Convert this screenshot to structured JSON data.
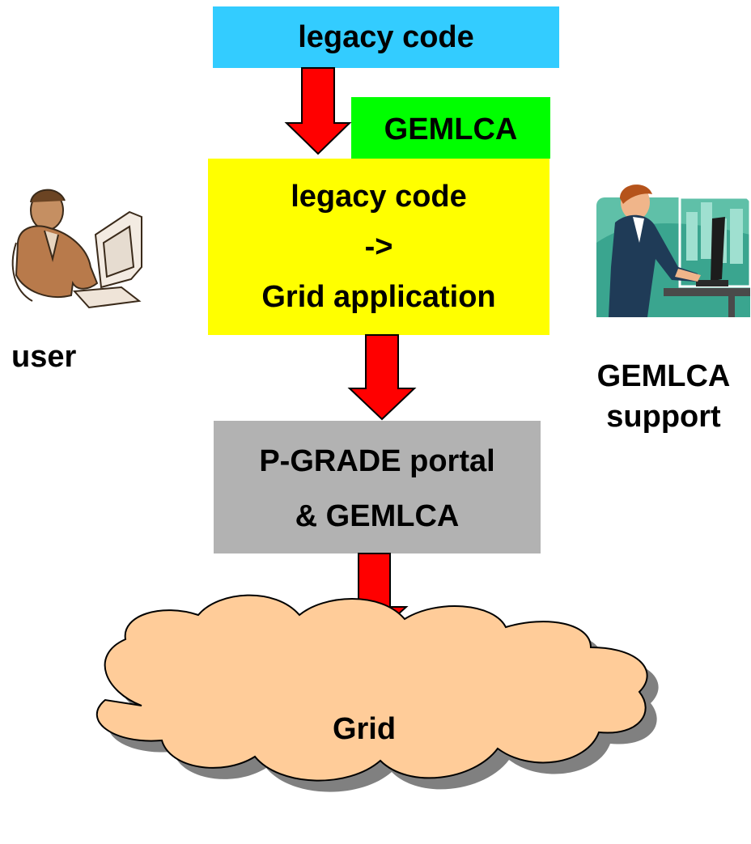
{
  "boxes": {
    "legacy_code": "legacy code",
    "gemlca_tag": "GEMLCA",
    "conversion": {
      "line1": "legacy code",
      "line2": "->",
      "line3": "Grid application"
    },
    "portal": {
      "line1": "P-GRADE portal",
      "line2": "& GEMLCA"
    },
    "grid": "Grid"
  },
  "actors": {
    "user": {
      "label": "user",
      "icon": "user-at-computer-icon"
    },
    "support": {
      "line1": "GEMLCA",
      "line2": "support",
      "icon": "support-staff-at-computer-icon"
    }
  },
  "colors": {
    "legacy_code_box": "#33CCFF",
    "gemlca_tag": "#00FF00",
    "conversion_box": "#FFFF00",
    "portal_box": "#B2B2B2",
    "grid_cloud": "#FFCC99",
    "arrows": "#FF0000"
  }
}
